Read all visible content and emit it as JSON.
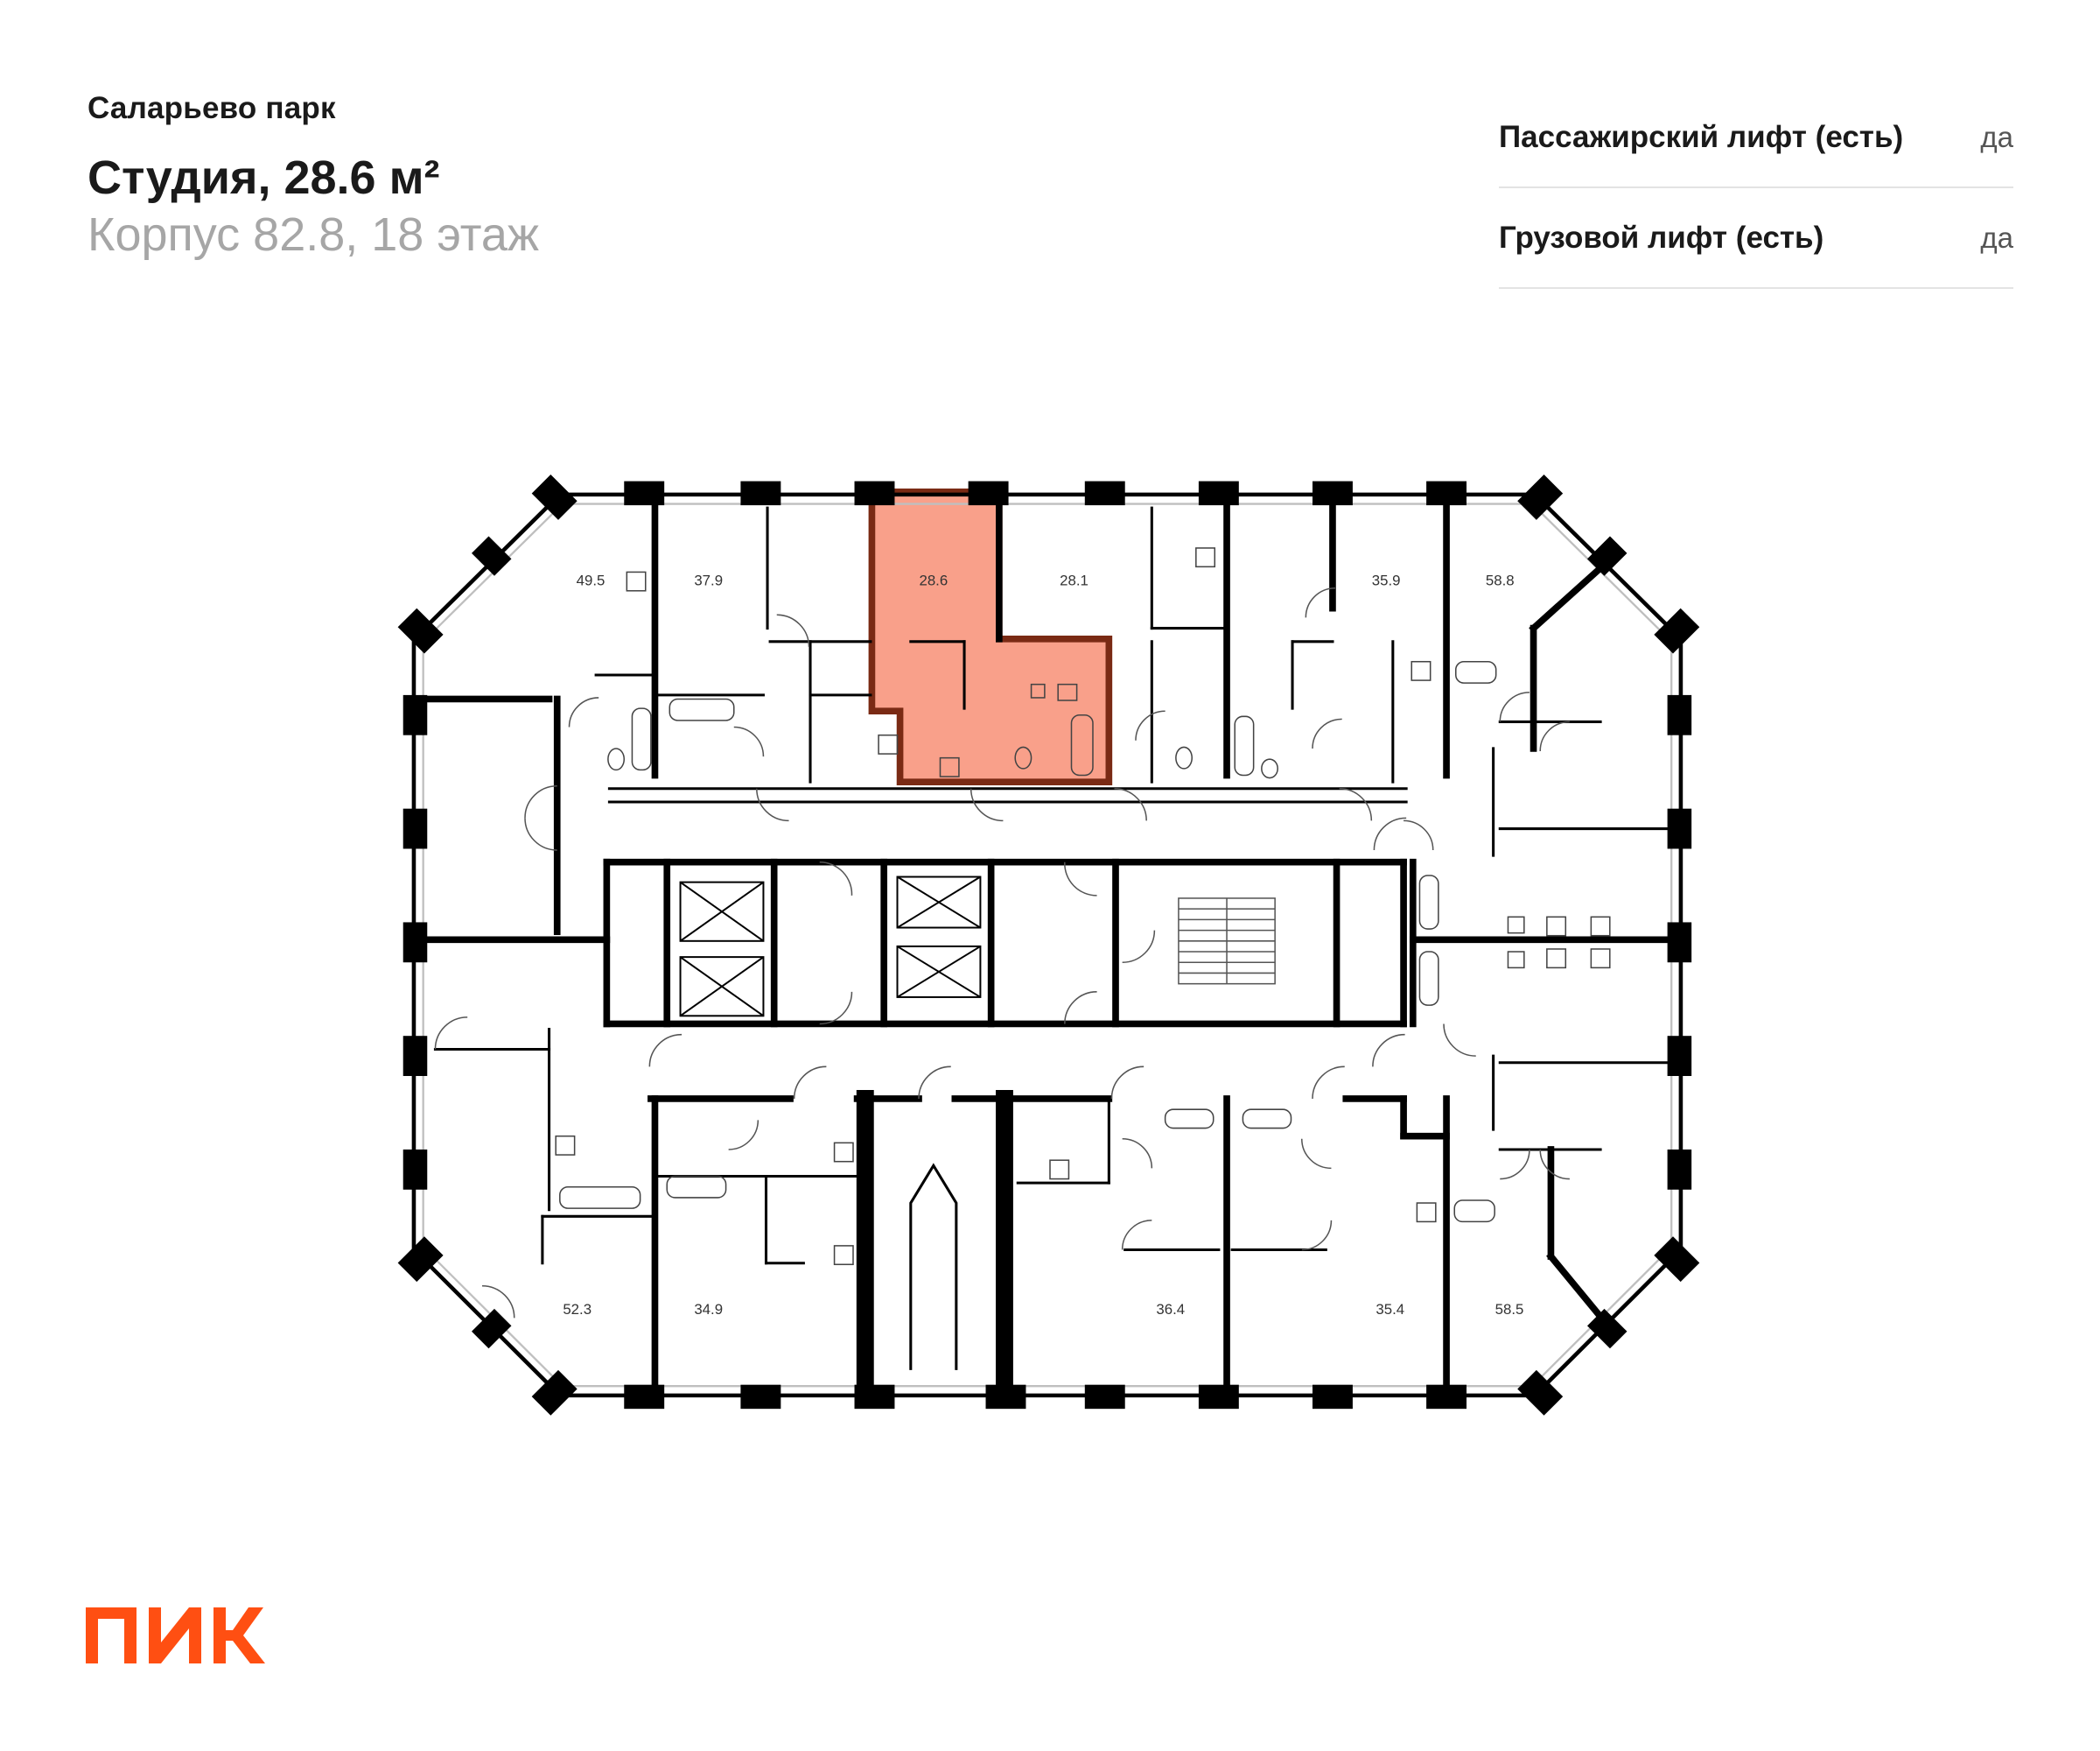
{
  "header": {
    "project": "Саларьево парк",
    "title": "Студия, 28.6 м²",
    "subtitle": "Корпус 82.8, 18 этаж"
  },
  "features": [
    {
      "name": "Пассажирский лифт (есть)",
      "value": "да"
    },
    {
      "name": "Грузовой лифт (есть)",
      "value": "да"
    }
  ],
  "plan": {
    "highlight_color": "#f9a08a",
    "highlight_border": "#7a2a14",
    "apartments": [
      {
        "id": "a495",
        "area": "49.5"
      },
      {
        "id": "a379",
        "area": "37.9"
      },
      {
        "id": "a286",
        "area": "28.6",
        "selected": true
      },
      {
        "id": "a281",
        "area": "28.1"
      },
      {
        "id": "a359",
        "area": "35.9"
      },
      {
        "id": "a588",
        "area": "58.8"
      },
      {
        "id": "a523",
        "area": "52.3"
      },
      {
        "id": "a349",
        "area": "34.9"
      },
      {
        "id": "a364",
        "area": "36.4"
      },
      {
        "id": "a354",
        "area": "35.4"
      },
      {
        "id": "a585",
        "area": "58.5"
      }
    ]
  },
  "logo": {
    "text": "ПИК",
    "color": "#ff4f12"
  }
}
